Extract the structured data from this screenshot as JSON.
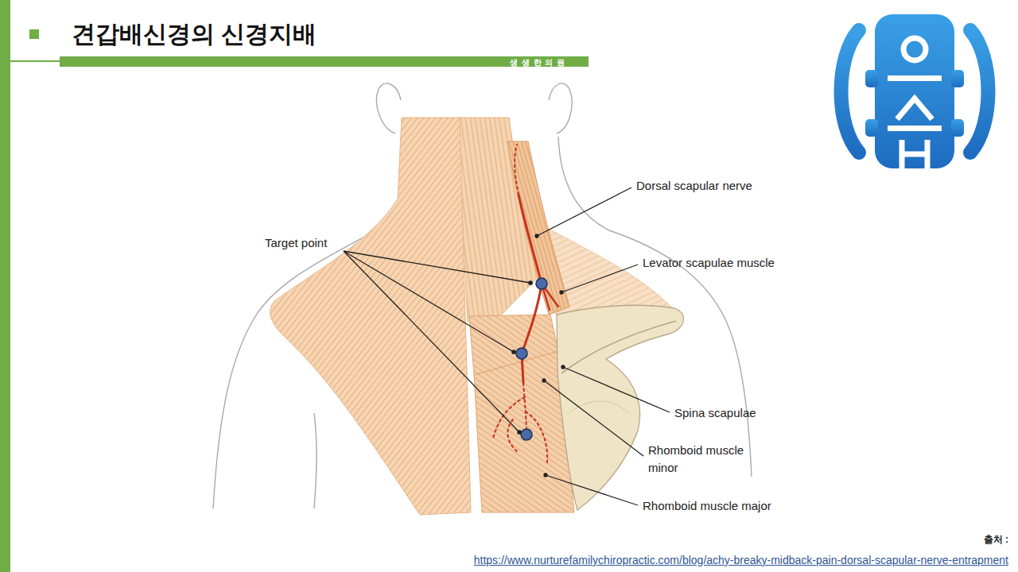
{
  "diagram": {
    "title": "견갑배신경의 신경지배",
    "labels": [
      "생 생 한 의 원",
      "Target point",
      "Dorsal scapular nerve",
      "Levator scapulae muscle",
      "Spina scapulae",
      "Rhomboid muscle minor",
      "Rhomboid muscle major",
      "출처 :",
      "https://www.nurturefamilychiropractic.com/blog/achy-breaky-midback-pain-dorsal-scapular-nerve-entrapment"
    ]
  }
}
